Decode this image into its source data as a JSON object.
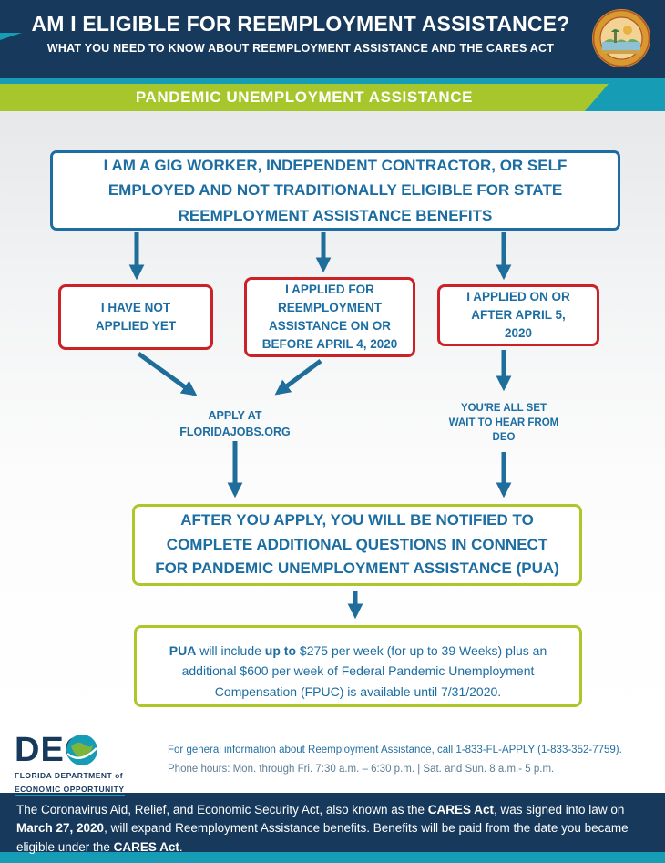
{
  "colors": {
    "navy": "#16395c",
    "teal": "#169cb5",
    "lime_green": "#a6c62b",
    "flow_blue": "#1c6da2",
    "red": "#cd2128",
    "seal_gold": "#d89a2f"
  },
  "header": {
    "title": "AM I ELIGIBLE FOR REEMPLOYMENT ASSISTANCE?",
    "subtitle": "WHAT YOU NEED TO KNOW ABOUT REEMPLOYMENT ASSISTANCE AND THE CARES ACT"
  },
  "band": {
    "title": "PANDEMIC UNEMPLOYMENT ASSISTANCE"
  },
  "flow": {
    "start_box": "I AM A GIG WORKER, INDEPENDENT CONTRACTOR, OR SELF EMPLOYED AND NOT TRADITIONALLY ELIGIBLE FOR STATE REEMPLOYMENT ASSISTANCE BENEFITS",
    "option_boxes": [
      {
        "label": "I HAVE NOT APPLIED YET"
      },
      {
        "label": "I APPLIED FOR REEMPLOYMENT ASSISTANCE ON OR BEFORE APRIL 4, 2020"
      },
      {
        "label": "I APPLIED ON OR AFTER APRIL 5, 2020"
      }
    ],
    "apply_note": {
      "lines": [
        "APPLY AT",
        "FLORIDAJOBS.ORG"
      ]
    },
    "all_set_note": {
      "lines": [
        "YOU'RE ALL SET",
        "WAIT TO HEAR FROM",
        "DEO"
      ]
    },
    "notify_box": "AFTER YOU APPLY, YOU WILL BE NOTIFIED TO COMPLETE ADDITIONAL QUESTIONS IN CONNECT FOR PANDEMIC UNEMPLOYMENT ASSISTANCE (PUA)",
    "pua_box": {
      "b1": "PUA",
      "p1": " will include ",
      "b2": "up to",
      "p2": " $275 per week (for up to 39 Weeks) plus an additional $600 per week of Federal Pandemic Unemployment Compensation (FPUC) is available until 7/31/2020."
    }
  },
  "footer": {
    "logo": {
      "acronym": "DEO",
      "dept_line1": "FLORIDA DEPARTMENT of",
      "dept_line2": "ECONOMIC OPPORTUNITY"
    },
    "info_line1": "For general information about Reemployment Assistance, call 1-833-FL-APPLY (1-833-352-7759).",
    "info_line2": "Phone hours: Mon. through Fri. 7:30 a.m. – 6:30 p.m.  |  Sat. and Sun. 8 a.m.- 5 p.m."
  },
  "cares": {
    "p1": "The Coronavirus Aid, Relief, and Economic Security Act, also known as the ",
    "b1": "CARES Act",
    "p2": ", was signed into law on ",
    "b2": "March 27, 2020",
    "p3": ", will expand Reemployment Assistance benefits. Benefits will be paid from the date you became eligible under the ",
    "b3": "CARES Act",
    "p4": "."
  }
}
